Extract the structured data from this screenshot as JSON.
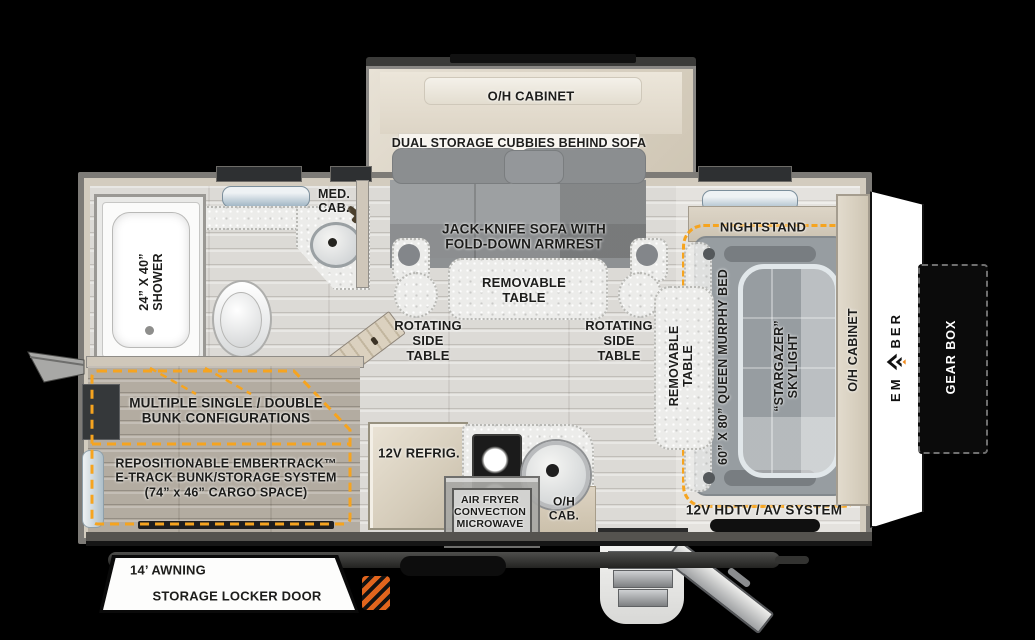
{
  "plan": {
    "slideout": {
      "oh_cabinet": "O/H CABINET",
      "cubbies": "DUAL STORAGE CUBBIES BEHIND SOFA",
      "sofa": "JACK-KNIFE SOFA WITH\nFOLD-DOWN ARMREST"
    },
    "living": {
      "removable_table": "REMOVABLE\nTABLE",
      "rotating_left": "ROTATING\nSIDE\nTABLE",
      "rotating_right": "ROTATING\nSIDE\nTABLE"
    },
    "bathroom": {
      "med_cab": "MED.\nCAB.",
      "shower": "24” X 40”\nSHOWER"
    },
    "bedroom": {
      "nightstand": "NIGHTSTAND",
      "removable_table": "REMOVABLE\nTABLE",
      "murphy_bed": "60” X 80” QUEEN MURPHY BED",
      "skylight": "“STARGAZER”\nSKYLIGHT",
      "oh_cabinet": "O/H CABINET",
      "av_system": "12V HDTV / AV SYSTEM"
    },
    "bunkroom": {
      "bunks": "MULTIPLE SINGLE / DOUBLE\nBUNK CONFIGURATIONS",
      "etrack": "REPOSITIONABLE EMBERTRACK™\nE-TRACK BUNK/STORAGE SYSTEM\n(74” x 46” CARGO SPACE)"
    },
    "kitchen": {
      "refrigerator": "12V REFRIG.",
      "microwave": "AIR FRYER\nCONVECTION\nMICROWAVE",
      "oh_cab": "O/H\nCAB."
    },
    "exterior": {
      "awning": "14’ AWNING",
      "storage_locker": "STORAGE LOCKER DOOR",
      "gear_box": "GEAR BOX",
      "brand_prefix": "EM",
      "brand_suffix": "BER"
    }
  },
  "colors": {
    "accent_orange": "#F6A41F",
    "coil_orange": "#E2651D",
    "wall_gray": "#7D7B77",
    "wall_tan": "#D5CEC2",
    "skylight_blue": "#B9C5CD",
    "window_blue": "#B9CFDA",
    "background": "#000000"
  }
}
